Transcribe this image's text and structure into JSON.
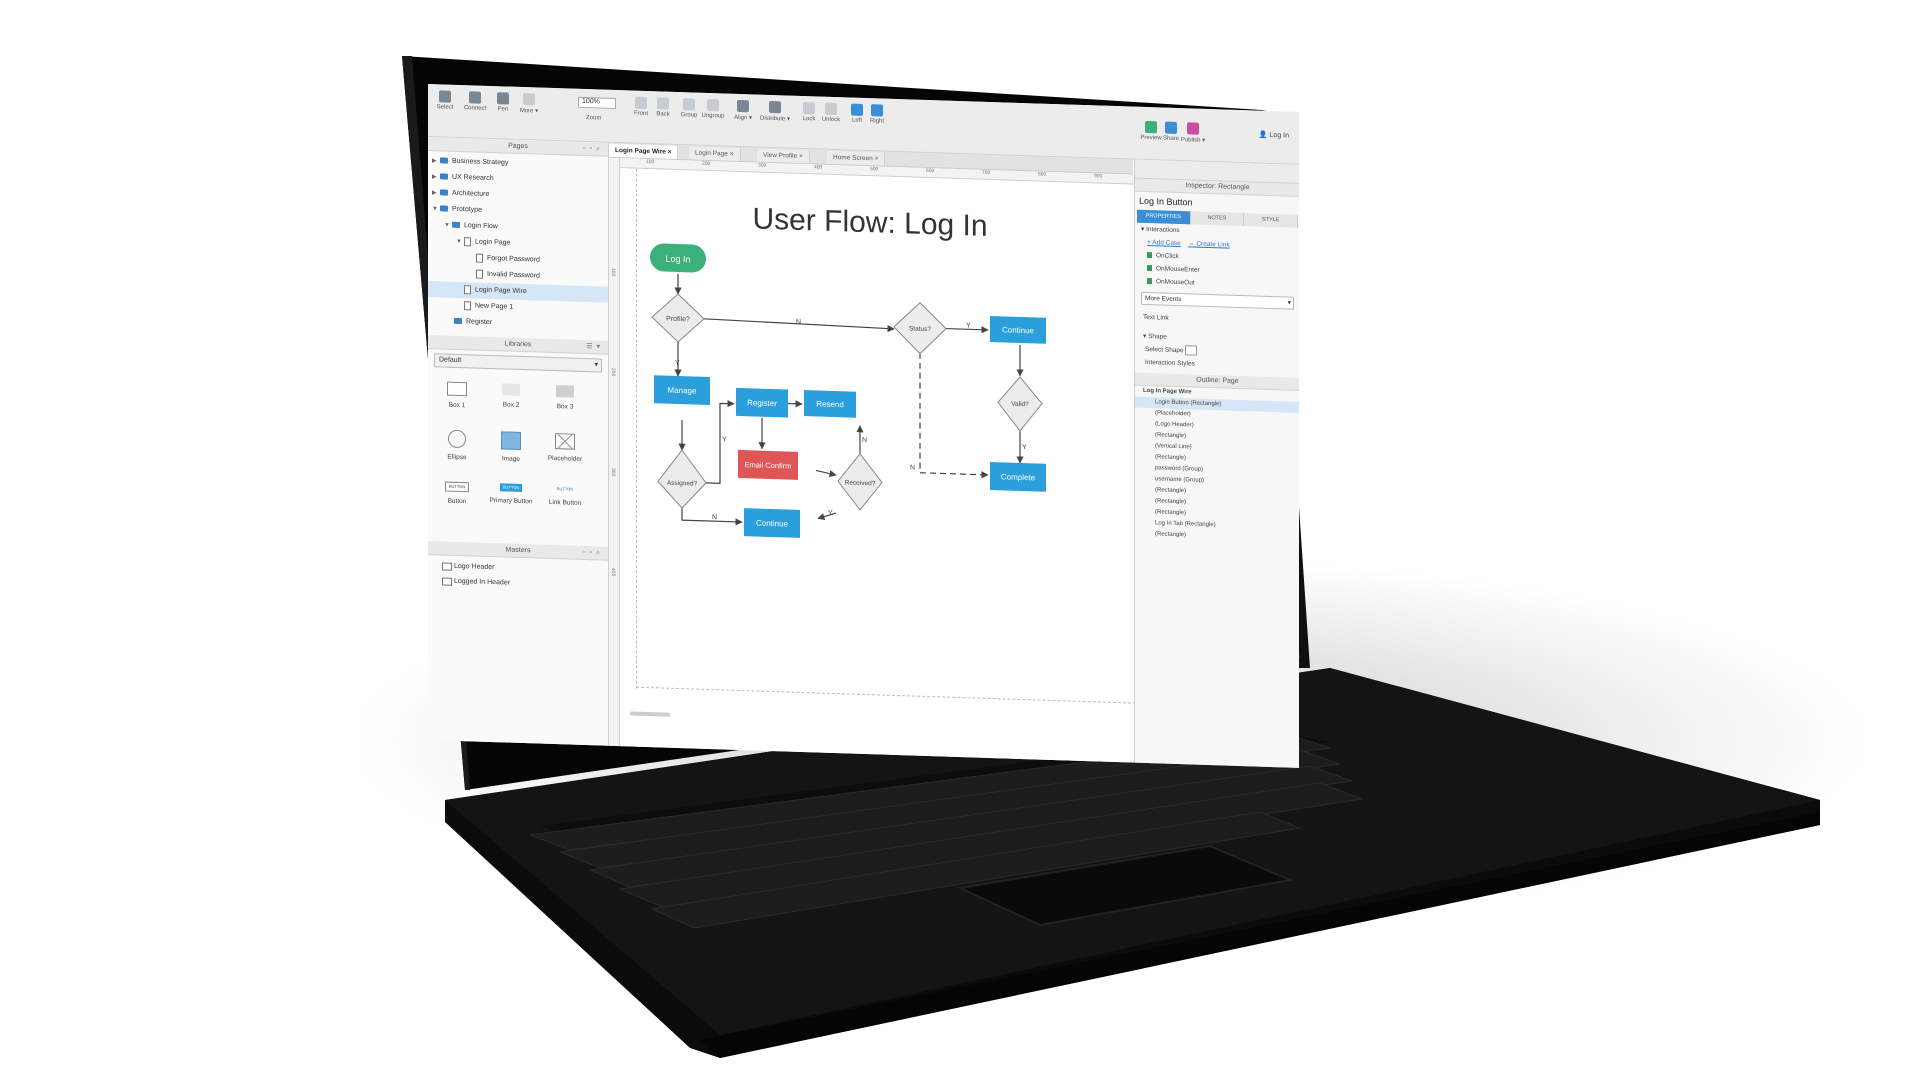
{
  "toolbar": {
    "items": [
      {
        "label": "Select"
      },
      {
        "label": "Connect"
      },
      {
        "label": "Pen"
      },
      {
        "label": "More ▾"
      },
      {
        "label": "Front"
      },
      {
        "label": "Back"
      },
      {
        "label": "Group"
      },
      {
        "label": "Ungroup"
      },
      {
        "label": "Align ▾"
      },
      {
        "label": "Distribute ▾"
      },
      {
        "label": "Lock"
      },
      {
        "label": "Unlock"
      },
      {
        "label": "Left"
      },
      {
        "label": "Right"
      }
    ],
    "zoom_value": "100%",
    "zoom_label": "Zoom",
    "preview_label": "Preview",
    "share_label": "Share",
    "publish_label": "Publish ▾",
    "login_label": "Log In"
  },
  "pages_pane": {
    "title": "Pages",
    "items": [
      {
        "label": "Business Strategy"
      },
      {
        "label": "UX Research"
      },
      {
        "label": "Architecture"
      },
      {
        "label": "Prototype"
      },
      {
        "label": "Login Flow"
      },
      {
        "label": "Login Page"
      },
      {
        "label": "Forgot Password"
      },
      {
        "label": "Invalid Password"
      },
      {
        "label": "Login Page Wire"
      },
      {
        "label": "New Page 1"
      },
      {
        "label": "Register"
      }
    ]
  },
  "libraries_pane": {
    "title": "Libraries",
    "selected": "Default",
    "items": [
      {
        "label": "Box 1"
      },
      {
        "label": "Box 2"
      },
      {
        "label": "Box 3"
      },
      {
        "label": "Ellipse"
      },
      {
        "label": "Image"
      },
      {
        "label": "Placeholder"
      },
      {
        "label": "Button"
      },
      {
        "label": "Primary Button"
      },
      {
        "label": "Link Button"
      }
    ],
    "button_text": "BUTTON"
  },
  "masters_pane": {
    "title": "Masters",
    "items": [
      {
        "label": "Logo Header"
      },
      {
        "label": "Logged In Header"
      }
    ]
  },
  "tabs": [
    {
      "label": "Login Page Wire"
    },
    {
      "label": "Login Page"
    },
    {
      "label": "View Profile"
    },
    {
      "label": "Home Screen"
    }
  ],
  "ruler": {
    "top": [
      "100",
      "200",
      "300",
      "400",
      "500",
      "600",
      "700",
      "800",
      "900"
    ],
    "left": [
      "100",
      "200",
      "300",
      "400"
    ]
  },
  "flow": {
    "title": "User Flow: Log In",
    "nodes": {
      "login": "Log In",
      "profile": "Profile?",
      "manage": "Manage",
      "register": "Register",
      "resend": "Resend",
      "email_confirm": "Email Confirm",
      "assigned": "Assigned?",
      "received": "Received?",
      "continue_bottom": "Continue",
      "status": "Status?",
      "continue_top": "Continue",
      "valid": "Valid?",
      "complete": "Complete"
    },
    "edge_labels": {
      "profile_n": "N",
      "profile_y": "Y",
      "status_y": "Y",
      "status_n": "N",
      "assigned_y": "Y",
      "assigned_n": "N",
      "received_n": "N",
      "received_y": "Y",
      "valid_y": "Y"
    },
    "colors": {
      "green": "#3bb07a",
      "blue": "#2a9fdb",
      "red": "#e05555",
      "diamond": "#ececec"
    }
  },
  "inspector": {
    "title": "Inspector: Rectangle",
    "element_name": "Log In Button",
    "tabs": [
      {
        "label": "PROPERTIES"
      },
      {
        "label": "NOTES"
      },
      {
        "label": "STYLE"
      }
    ],
    "interactions_label": "Interactions",
    "add_case": "Add Case",
    "create_link": "Create Link",
    "events": [
      {
        "label": "OnClick"
      },
      {
        "label": "OnMouseEnter"
      },
      {
        "label": "OnMouseOut"
      }
    ],
    "more_events": "More Events",
    "text_link": "Text Link",
    "shape_label": "Shape",
    "select_shape": "Select Shape",
    "interaction_styles": "Interaction Styles"
  },
  "outline": {
    "title": "Outline: Page",
    "items": [
      {
        "label": "Log In Page Wire"
      },
      {
        "label": "Login Button (Rectangle)"
      },
      {
        "label": "(Placeholder)"
      },
      {
        "label": "(Logo Header)"
      },
      {
        "label": "(Rectangle)"
      },
      {
        "label": "(Vertical Line)"
      },
      {
        "label": "(Rectangle)"
      },
      {
        "label": "password (Group)"
      },
      {
        "label": "username (Group)"
      },
      {
        "label": "(Rectangle)"
      },
      {
        "label": "(Rectangle)"
      },
      {
        "label": "(Rectangle)"
      },
      {
        "label": "Log In Tab (Rectangle)"
      },
      {
        "label": "(Rectangle)"
      }
    ]
  }
}
